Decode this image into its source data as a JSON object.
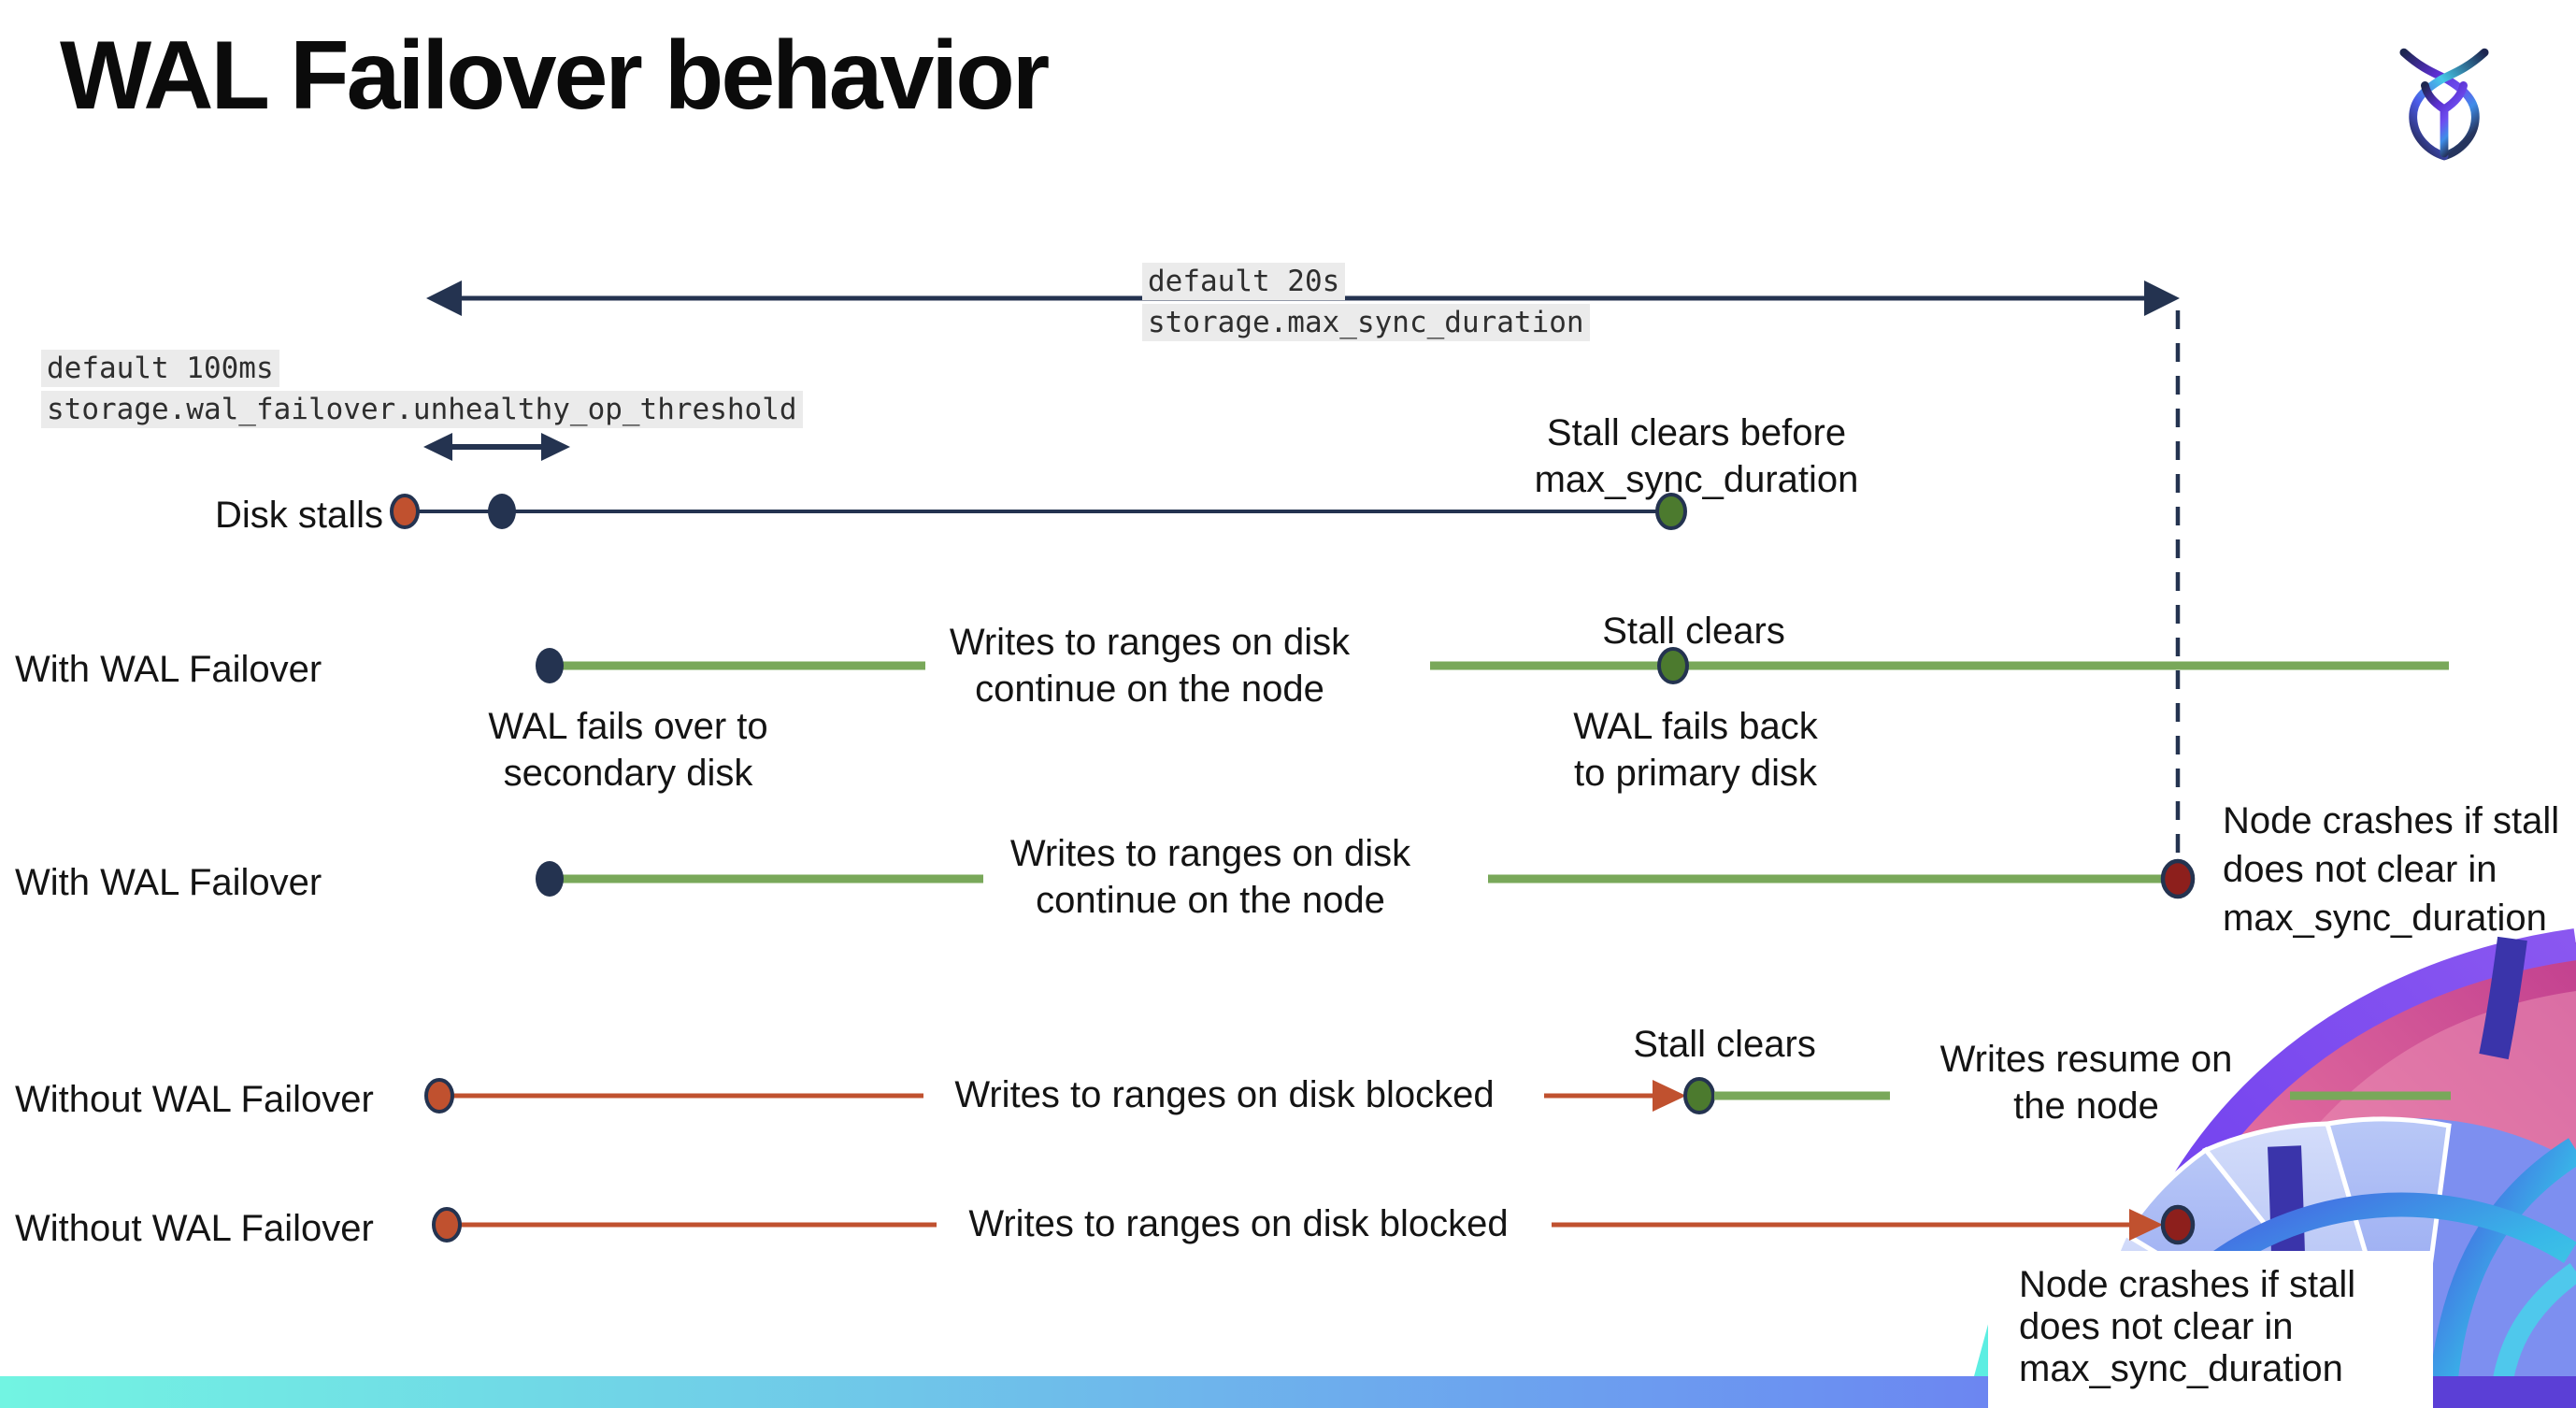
{
  "page": {
    "title": "WAL Failover behavior"
  },
  "branding": {
    "logo": "cockroach-labs-logo"
  },
  "settings_callouts": {
    "max_sync_duration": {
      "default_value": "default 20s",
      "setting_name": "storage.max_sync_duration"
    },
    "unhealthy_op_threshold": {
      "default_value": "default 100ms",
      "setting_name": "storage.wal_failover.unhealthy_op_threshold"
    }
  },
  "rows": [
    {
      "label": "Disk stalls",
      "outcome_note": "Stall clears before\nmax_sync_duration"
    },
    {
      "label": "With WAL Failover",
      "failover_note": "WAL fails over to\nsecondary disk",
      "writes_note": "Writes to ranges on disk\ncontinue on the node",
      "stall_note": "Stall clears",
      "failback_note": "WAL fails  back\nto primary disk"
    },
    {
      "label": "With WAL Failover",
      "writes_note": "Writes to ranges on disk\ncontinue on the node",
      "crash_note": "Node crashes if stall\ndoes not clear in\nmax_sync_duration"
    },
    {
      "label": "Without WAL Failover",
      "writes_note": "Writes to ranges on disk  blocked",
      "stall_note": "Stall clears",
      "resume_note": "Writes resume on\nthe node"
    },
    {
      "label": "Without WAL Failover",
      "writes_note": "Writes to ranges on disk  blocked",
      "crash_note": "Node crashes if stall\ndoes not clear in\nmax_sync_duration"
    }
  ],
  "colors": {
    "timeline_navy": "#243350",
    "stall_red": "#c0512f",
    "crash_red": "#8d1f1c",
    "healthy_green_line": "#79a85a",
    "healthy_green_dot": "#4c7a2e",
    "setting_label_bg": "#ebebeb",
    "footer_gradient_left": "#72f4e2",
    "footer_gradient_mid": "#6b92f1",
    "footer_gradient_right": "#6e5ff0"
  }
}
